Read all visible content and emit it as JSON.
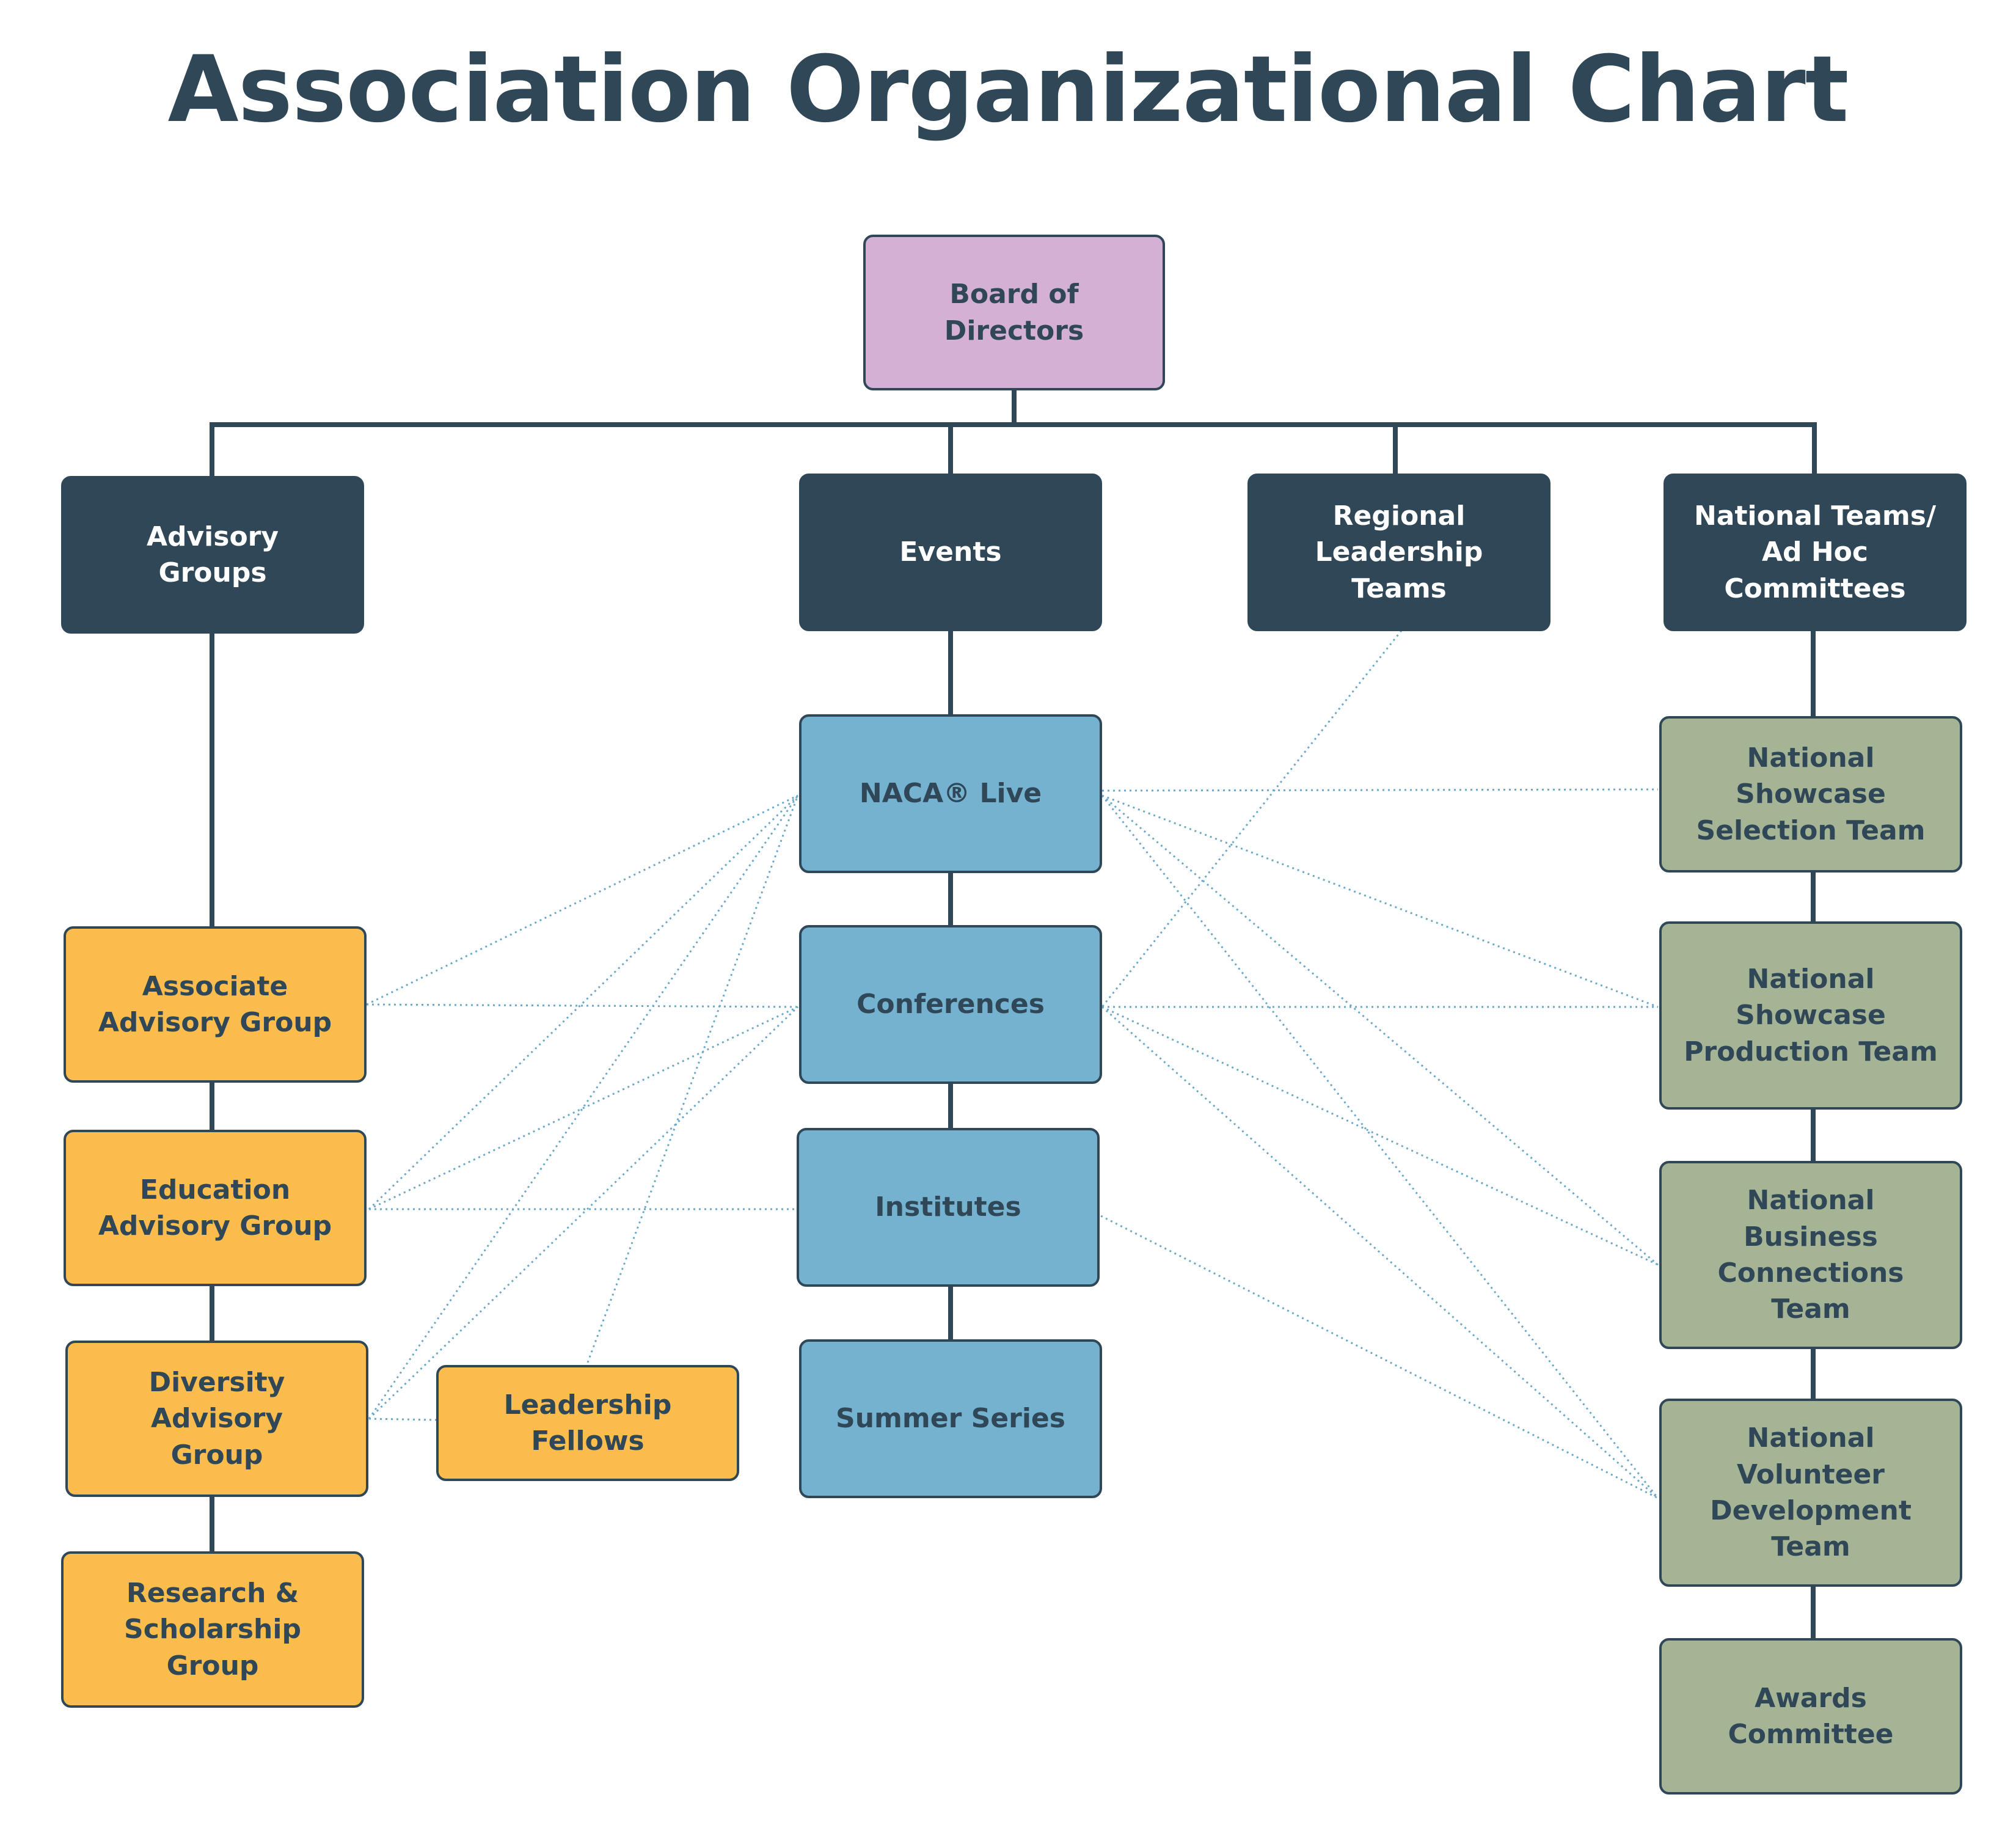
{
  "title": "Association Organizational Chart",
  "colors": {
    "dark": "#2f4757",
    "board": "#d4b0d4",
    "advisory": "#fbbc4e",
    "events": "#74b2d0",
    "national": "#a6b496",
    "dotted": "#6aa9c7"
  },
  "nodes": {
    "board": "Board of\nDirectors",
    "advisory_groups": "Advisory\nGroups",
    "events": "Events",
    "regional_leadership": "Regional\nLeadership\nTeams",
    "national_teams": "National Teams/\nAd Hoc\nCommittees",
    "associate_advisory": "Associate\nAdvisory Group",
    "education_advisory": "Education\nAdvisory Group",
    "diversity_advisory": "Diversity Advisory\nGroup",
    "research_scholarship": "Research &\nScholarship Group",
    "leadership_fellows": "Leadership Fellows",
    "naca_live": "NACA® Live",
    "conferences": "Conferences",
    "institutes": "Institutes",
    "summer_series": "Summer Series",
    "showcase_selection": "National\nShowcase\nSelection Team",
    "showcase_production": "National\nShowcase\nProduction Team",
    "business_connections": "National\nBusiness\nConnections\nTeam",
    "volunteer_development": "National Volunteer\nDevelopment\nTeam",
    "awards_committee": "Awards\nCommittee"
  }
}
